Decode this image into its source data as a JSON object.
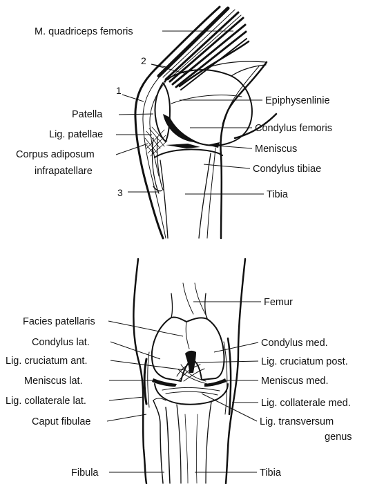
{
  "side_view": {
    "labels": {
      "quadriceps": "M. quadriceps femoris",
      "patella": "Patella",
      "lig_patellae": "Lig. patellae",
      "corpus_line1": "Corpus adiposum",
      "corpus_line2": "infrapatellare",
      "epiphysenlinie": "Epiphysenlinie",
      "condylus_femoris": "Condylus femoris",
      "meniscus": "Meniscus",
      "condylus_tibiae": "Condylus tibiae",
      "tibia": "Tibia"
    },
    "numbers": {
      "n1": "1",
      "n2": "2",
      "n3": "3"
    }
  },
  "front_view": {
    "labels": {
      "femur": "Femur",
      "facies_patellaris": "Facies patellaris",
      "condylus_lat": "Condylus lat.",
      "condylus_med": "Condylus med.",
      "lig_cruciatum_ant": "Lig. cruciatum ant.",
      "lig_cruciatum_post": "Lig. cruciatum post.",
      "meniscus_lat": "Meniscus lat.",
      "meniscus_med": "Meniscus med.",
      "lig_collaterale_lat": "Lig. collaterale lat.",
      "lig_collaterale_med": "Lig. collaterale med.",
      "caput_fibulae": "Caput fibulae",
      "lig_transversum_line1": "Lig. transversum",
      "lig_transversum_line2": "genus",
      "fibula": "Fibula",
      "tibia": "Tibia"
    }
  }
}
